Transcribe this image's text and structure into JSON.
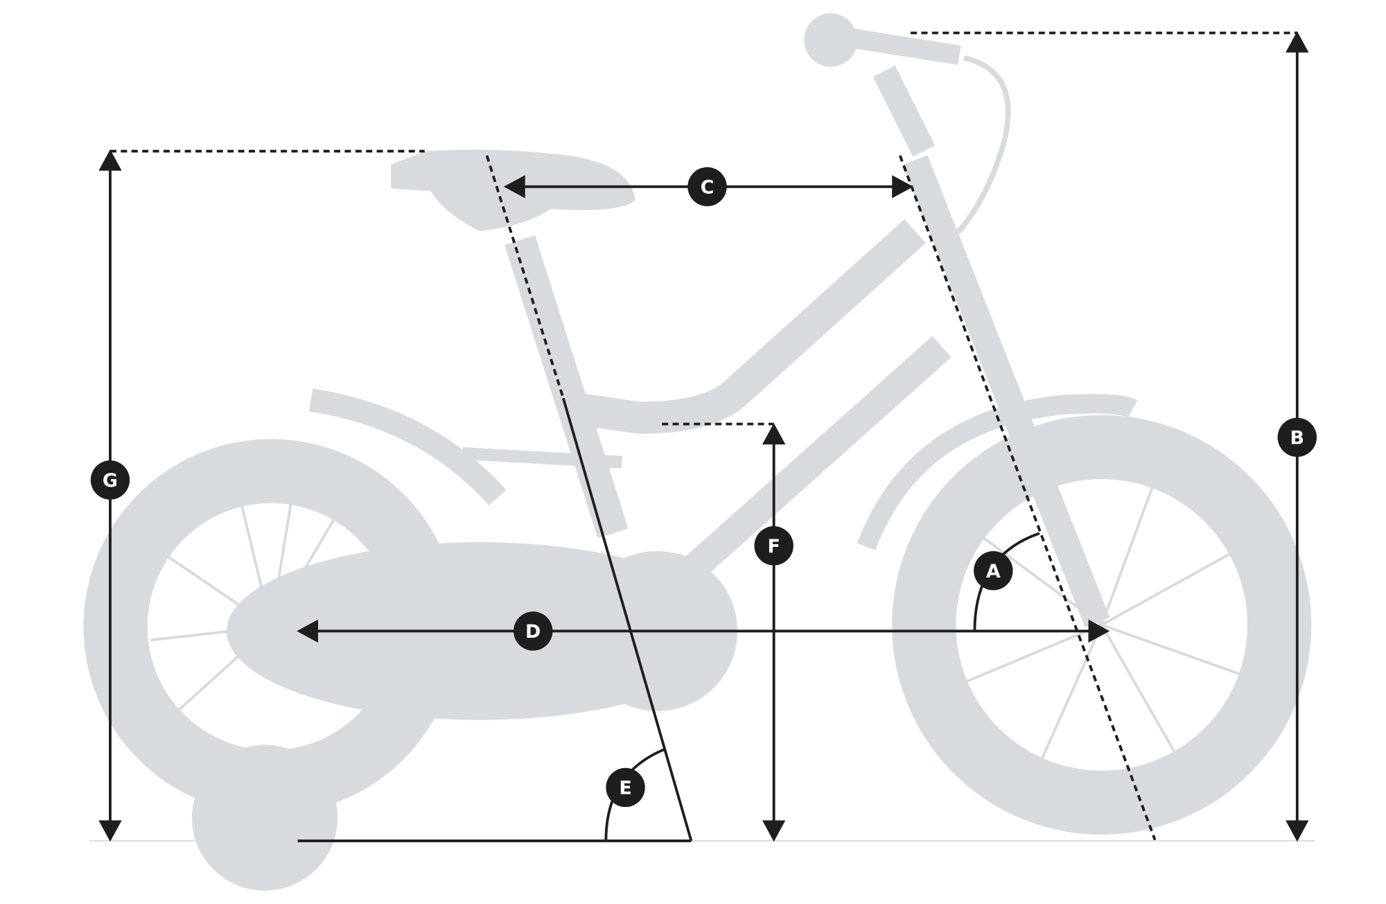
{
  "diagram": {
    "title": "Bike geometry",
    "labels": {
      "A": "A",
      "B": "B",
      "C": "C",
      "D": "D",
      "E": "E",
      "F": "F",
      "G": "G"
    },
    "colors": {
      "silhouette": "#d8dbdd",
      "dimension": "#1e1e1e",
      "badge_text": "#ffffff"
    }
  }
}
